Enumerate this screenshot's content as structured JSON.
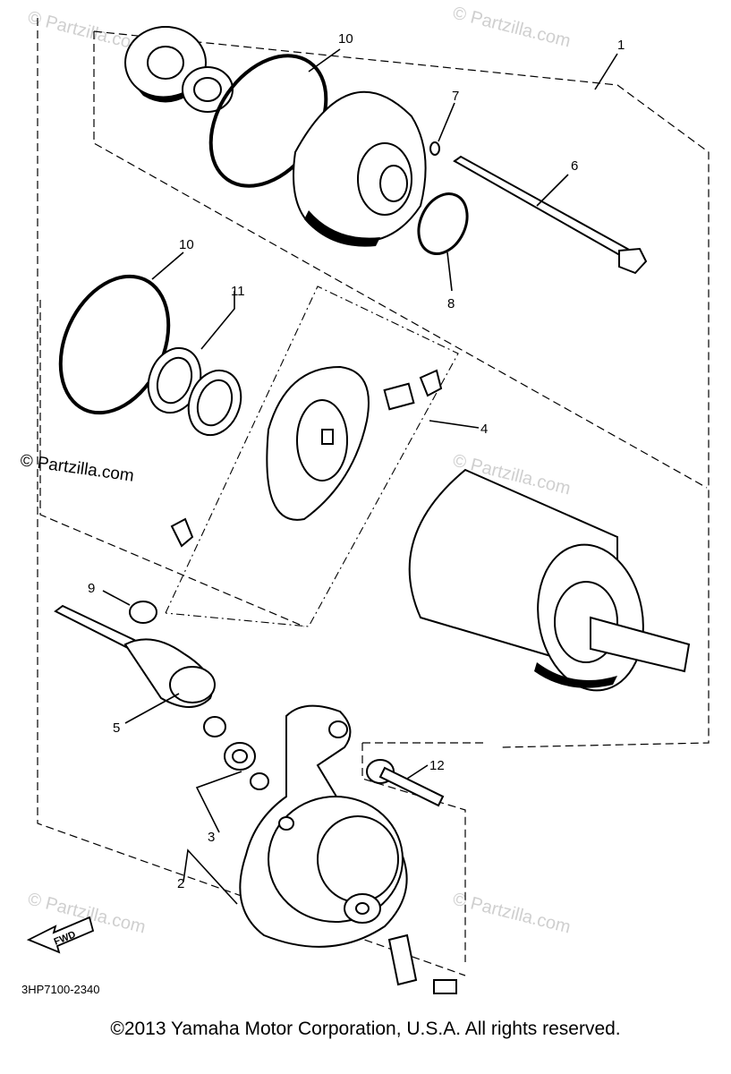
{
  "diagram": {
    "part_callouts": [
      "1",
      "2",
      "3",
      "4",
      "5",
      "6",
      "7",
      "8",
      "9",
      "10",
      "10",
      "11",
      "12"
    ],
    "drawing_number": "3HP7100-2340",
    "fwd_label": "FWD",
    "watermarks": [
      "© Partzilla.com",
      "© Partzilla.com",
      "© Partzilla.com",
      "© Partzilla.com",
      "© Partzilla.com",
      "© Partzilla.com"
    ]
  },
  "footer": {
    "copyright": "©2013  Yamaha Motor Corporation, U.S.A. All rights reserved."
  }
}
